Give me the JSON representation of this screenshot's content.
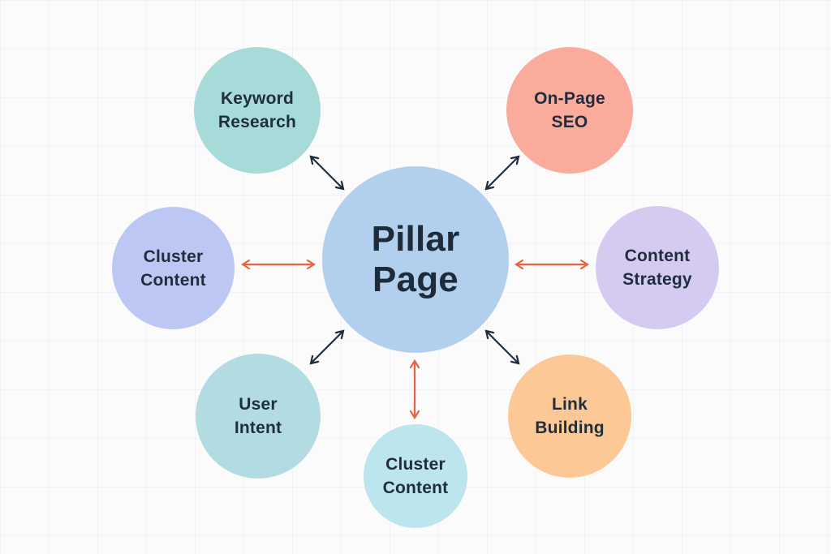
{
  "diagram": {
    "type": "hub-and-spoke",
    "center": {
      "label": "Pillar\nPage",
      "color": "#b2d0ee"
    },
    "nodes": [
      {
        "id": "keyword-research",
        "label": "Keyword\nResearch",
        "color": "#a6dbd9",
        "arrow_color": "#1f2d3d"
      },
      {
        "id": "on-page-seo",
        "label": "On-Page\nSEO",
        "color": "#fbab9b",
        "arrow_color": "#1f2d3d"
      },
      {
        "id": "cluster-content-left",
        "label": "Cluster\nContent",
        "color": "#bcc8f3",
        "arrow_color": "#e8643f"
      },
      {
        "id": "content-strategy",
        "label": "Content\nStrategy",
        "color": "#d5cbf1",
        "arrow_color": "#e8643f"
      },
      {
        "id": "user-intent",
        "label": "User\nIntent",
        "color": "#b2dce2",
        "arrow_color": "#1f2d3d"
      },
      {
        "id": "cluster-content-bottom",
        "label": "Cluster\nContent",
        "color": "#bde5ee",
        "arrow_color": "#e8643f"
      },
      {
        "id": "link-building",
        "label": "Link\nBuilding",
        "color": "#fcc996",
        "arrow_color": "#1f2d3d"
      }
    ],
    "connections": [
      {
        "from": "pillar-page",
        "to": "keyword-research",
        "direction": "bidirectional"
      },
      {
        "from": "pillar-page",
        "to": "on-page-seo",
        "direction": "bidirectional"
      },
      {
        "from": "pillar-page",
        "to": "cluster-content-left",
        "direction": "bidirectional"
      },
      {
        "from": "pillar-page",
        "to": "content-strategy",
        "direction": "bidirectional"
      },
      {
        "from": "pillar-page",
        "to": "user-intent",
        "direction": "bidirectional"
      },
      {
        "from": "pillar-page",
        "to": "cluster-content-bottom",
        "direction": "bidirectional"
      },
      {
        "from": "pillar-page",
        "to": "link-building",
        "direction": "bidirectional"
      }
    ]
  }
}
